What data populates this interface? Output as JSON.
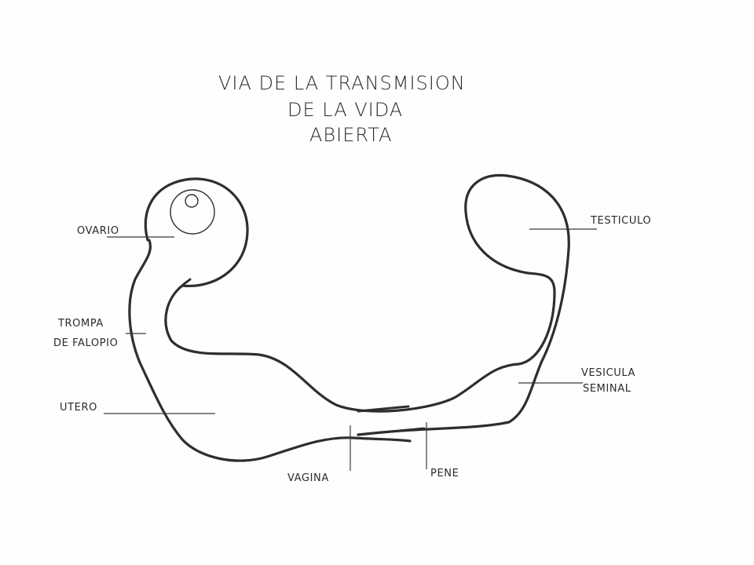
{
  "title": {
    "line1": "VIA DE LA TRANSMISION",
    "line2": "DE LA VIDA",
    "line3": "ABIERTA"
  },
  "labels": {
    "ovario": "OVARIO",
    "trompa_line1": "TROMPA",
    "trompa_line2": "DE FALOPIO",
    "utero": "UTERO",
    "vagina": "VAGINA",
    "pene": "PENE",
    "testiculo": "TESTICULO",
    "vesicula_line1": "VESICULA",
    "vesicula_line2": "SEMINAL"
  },
  "colors": {
    "ink": "#2a2a2a",
    "paper": "#fefefe"
  }
}
